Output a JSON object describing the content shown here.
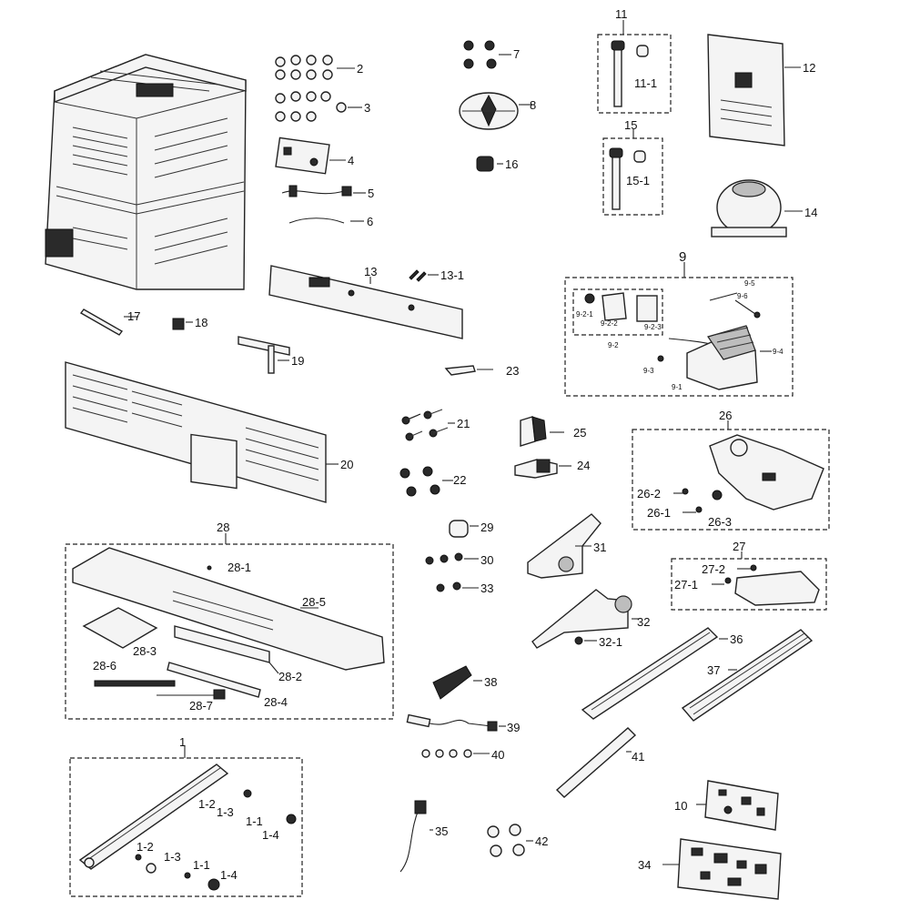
{
  "labels": {
    "p1": "1",
    "p1_1a": "1-1",
    "p1_1b": "1-1",
    "p1_2a": "1-2",
    "p1_2b": "1-2",
    "p1_3a": "1-3",
    "p1_3b": "1-3",
    "p1_4a": "1-4",
    "p1_4b": "1-4",
    "p2": "2",
    "p3": "3",
    "p4": "4",
    "p5": "5",
    "p6": "6",
    "p7": "7",
    "p8": "8",
    "p9": "9",
    "p9_1": "9-1",
    "p9_2": "9-2",
    "p9_2_1": "9-2-1",
    "p9_2_2": "9-2-2",
    "p9_2_3": "9-2-3",
    "p9_3": "9-3",
    "p9_4": "9-4",
    "p9_5": "9-5",
    "p9_6": "9-6",
    "p10": "10",
    "p11": "11",
    "p11_1": "11-1",
    "p12": "12",
    "p13": "13",
    "p13_1": "13-1",
    "p14": "14",
    "p15": "15",
    "p15_1": "15-1",
    "p16": "16",
    "p17": "17",
    "p18": "18",
    "p19": "19",
    "p20": "20",
    "p21": "21",
    "p22": "22",
    "p23": "23",
    "p24": "24",
    "p25": "25",
    "p26": "26",
    "p26_1": "26-1",
    "p26_2": "26-2",
    "p26_3": "26-3",
    "p27": "27",
    "p27_1": "27-1",
    "p27_2": "27-2",
    "p28": "28",
    "p28_1": "28-1",
    "p28_2": "28-2",
    "p28_3": "28-3",
    "p28_4": "28-4",
    "p28_5": "28-5",
    "p28_6": "28-6",
    "p28_7": "28-7",
    "p29": "29",
    "p30": "30",
    "p31": "31",
    "p32": "32",
    "p32_1": "32-1",
    "p33": "33",
    "p34": "34",
    "p35": "35",
    "p36": "36",
    "p37": "37",
    "p38": "38",
    "p39": "39",
    "p40": "40",
    "p41": "41",
    "p42": "42"
  },
  "colors": {
    "line": "#222222",
    "fill": "#f4f4f4",
    "dark": "#2a2a2a",
    "background": "#ffffff"
  }
}
